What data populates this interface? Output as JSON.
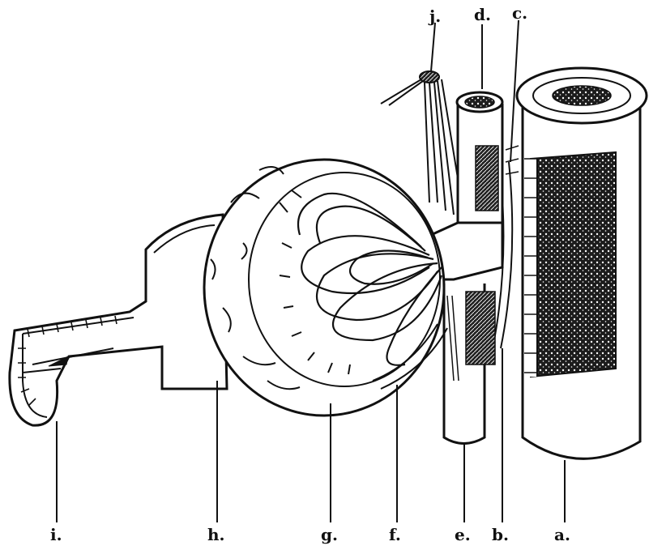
{
  "labels": {
    "a": "a.",
    "b": "b.",
    "c": "c.",
    "d": "d.",
    "e": "e.",
    "f": "f.",
    "g": "g.",
    "h": "h.",
    "i": "i.",
    "j": "j."
  },
  "style": {
    "ink": "#111111",
    "paper": "#ffffff",
    "stipple": "#2a2a2a"
  }
}
